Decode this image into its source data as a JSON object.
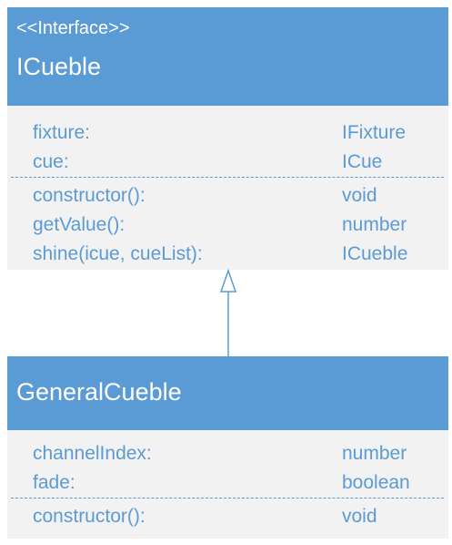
{
  "interface_class": {
    "stereotype": "<<Interface>>",
    "name": "ICueble",
    "attributes": [
      {
        "name": "fixture:",
        "type": "IFixture"
      },
      {
        "name": "cue:",
        "type": "ICue"
      }
    ],
    "methods": [
      {
        "name": "constructor():",
        "type": "void"
      },
      {
        "name": "getValue():",
        "type": "number"
      },
      {
        "name": "shine(icue, cueList):",
        "type": "ICueble"
      }
    ]
  },
  "implementing_class": {
    "name": "GeneralCueble",
    "attributes": [
      {
        "name": "channelIndex:",
        "type": "number"
      },
      {
        "name": "fade:",
        "type": "boolean"
      }
    ],
    "methods": [
      {
        "name": "constructor():",
        "type": "void"
      }
    ]
  },
  "colors": {
    "header": "#5b9bd5",
    "body": "#f2f2f2",
    "text": "#5b9bd5",
    "header_text": "#ffffff"
  }
}
